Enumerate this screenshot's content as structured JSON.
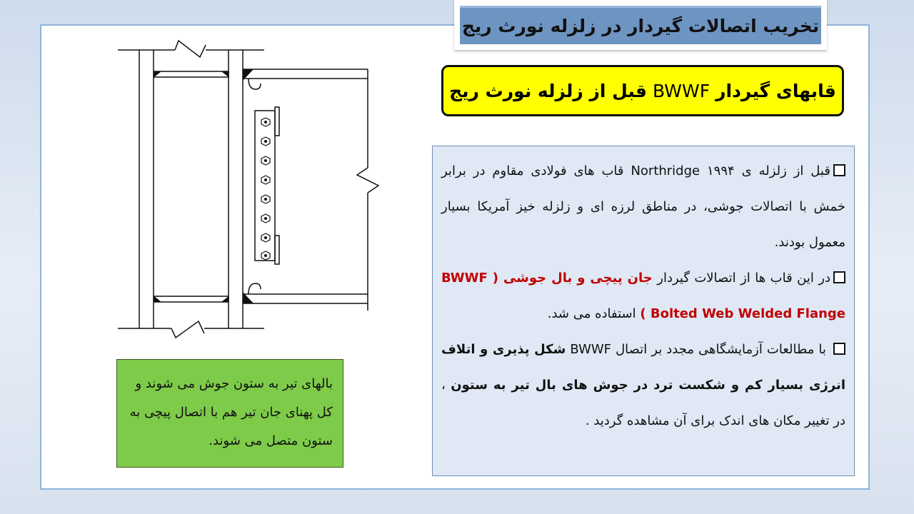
{
  "title": "تخریب اتصالات گیردار در زلزله نورث ریج",
  "subtitle": {
    "part1": "قابهای گیردار",
    "latin": "BWWF",
    "part2": "قبل از زلزله نورث ریج"
  },
  "paragraphs": {
    "p1": {
      "t1": "قبل از زلزله ی ۱۹۹۴",
      "latin": "Northridge",
      "t2": "قاب های فولادی مقاوم در برابر خمش با اتصالات جوشی، در مناطق لرزه ای و زلزله خیز آمریکا بسیار معمول بودند."
    },
    "p2": {
      "t1": "در این قاب ها از اتصالات گیردار",
      "red": "جان پیچی و بال جوشی ( BWWF ( Bolted Web Welded Flange",
      "t2": "استفاده می شد."
    },
    "p3": {
      "t1": "با مطالعات آزمایشگاهی مجدد بر اتصال",
      "latin": "BWWF",
      "bold": "شکل پذیری و اتلاف انرژی بسیار کم و شکست ترد در جوش های بال تیر به ستون",
      "t2": "، در تغییر مکان های اندک برای آن مشاهده گردید ."
    }
  },
  "green_note": "بالهای تیر به ستون جوش می شوند و کل پهنای جان تیر هم با اتصال پیچی به ستون متصل می شوند.",
  "colors": {
    "title_bg": "#6e95c2",
    "subtitle_bg": "#ffff00",
    "panel_bg": "#dfe8f4",
    "note_bg": "#7ecb4a",
    "highlight": "#c00000"
  },
  "drawing_label": "bwwf-connection-detail"
}
